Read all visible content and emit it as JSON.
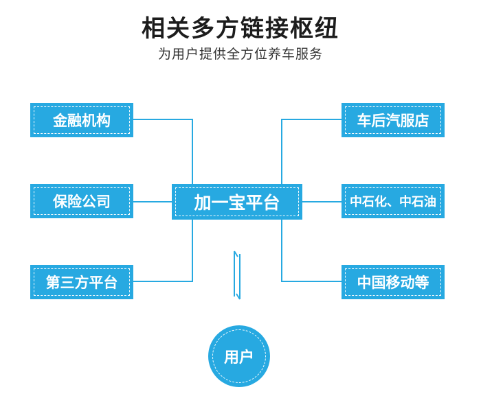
{
  "header": {
    "title": "相关多方链接枢纽",
    "subtitle": "为用户提供全方位养车服务"
  },
  "center": {
    "label": "加一宝平台"
  },
  "left_nodes": [
    "金融机构",
    "保险公司",
    "第三方平台"
  ],
  "right_nodes": [
    "车后汽服店",
    "中石化、中石油",
    "中国移动等"
  ],
  "user": {
    "label": "用户"
  },
  "colors": {
    "accent": "#27a9e1",
    "line": "#27a9e1",
    "title": "#1c1c1c"
  }
}
